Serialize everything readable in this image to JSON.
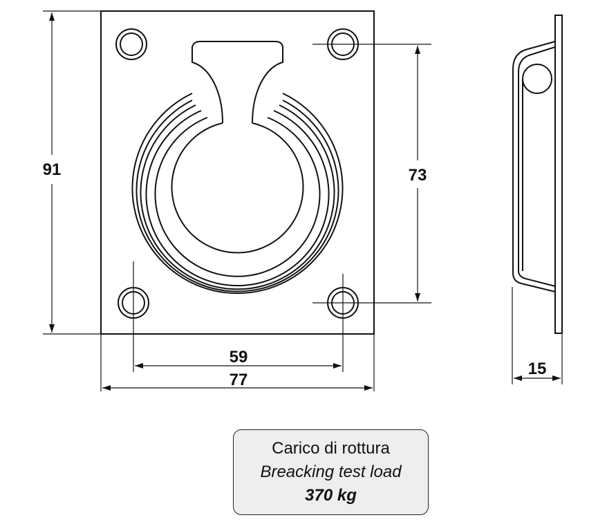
{
  "dimensions": {
    "height_total": "91",
    "hole_spacing_vertical": "73",
    "hole_spacing_horizontal": "59",
    "width_total": "77",
    "depth": "15"
  },
  "test_load": {
    "line_italian": "Carico di rottura",
    "line_english": "Breacking test load",
    "value": "370 kg"
  }
}
